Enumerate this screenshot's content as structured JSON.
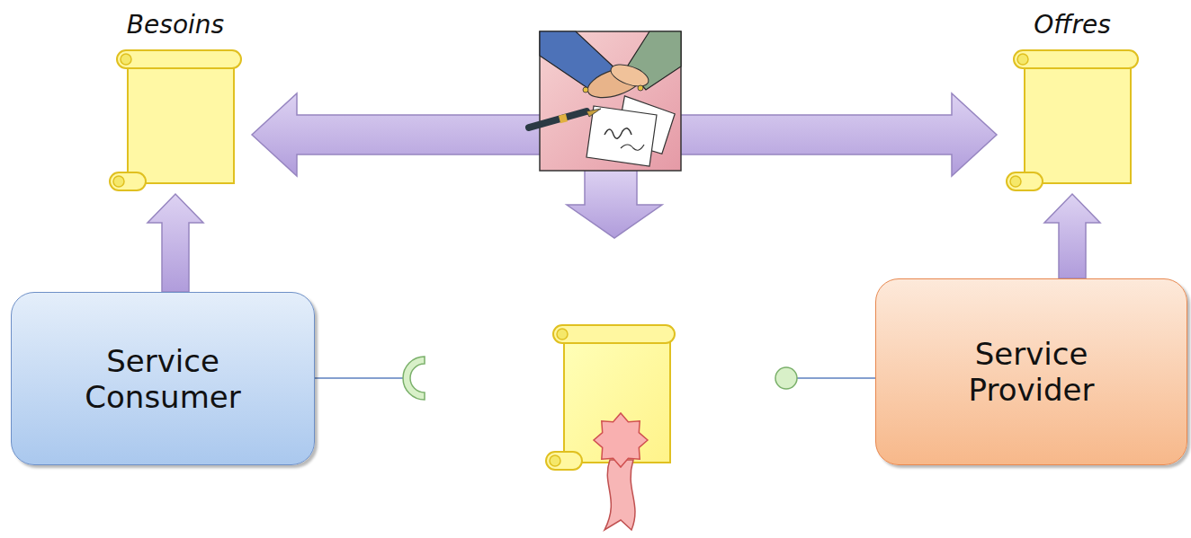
{
  "diagram": {
    "nodes": [
      {
        "text": [
          "Besoins"
        ]
      },
      {
        "text": [
          "Offres"
        ]
      },
      {
        "text": [
          "Service Consumer"
        ]
      },
      {
        "text": [
          "Service Provider"
        ]
      }
    ],
    "edges": [
      {
        "from": 2,
        "to": 0,
        "arrow": "to"
      },
      {
        "from": 3,
        "to": 1,
        "arrow": "to"
      },
      {
        "from": 0,
        "to": 1,
        "arrow": "both"
      }
    ]
  }
}
